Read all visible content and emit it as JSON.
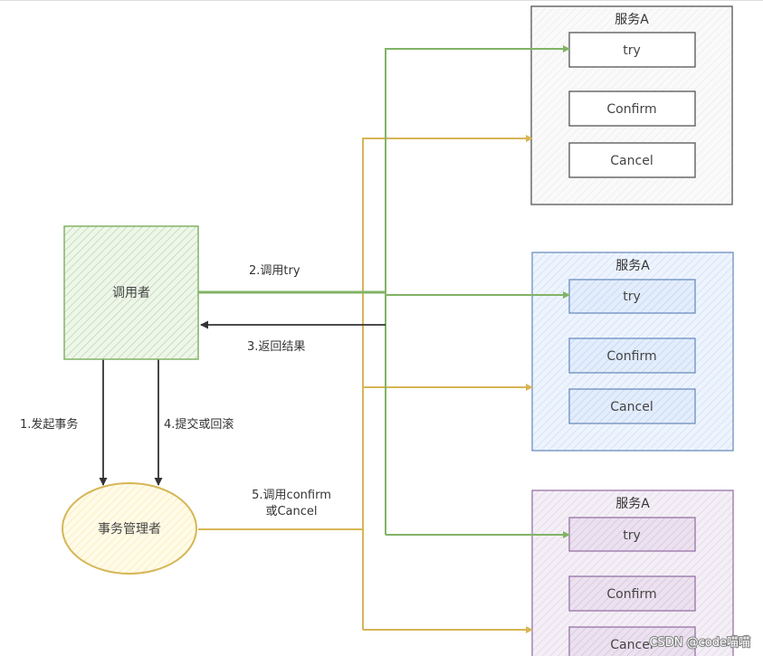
{
  "caller": {
    "label": "调用者"
  },
  "tx_manager": {
    "label": "事务管理者"
  },
  "edges": {
    "step1": "1.发起事务",
    "step2": "2.调用try",
    "step3": "3.返回结果",
    "step4": "4.提交或回滚",
    "step5_line1": "5.调用confirm",
    "step5_line2": "或Cancel"
  },
  "services": [
    {
      "title": "服务A",
      "try": "try",
      "confirm": "Confirm",
      "cancel": "Cancel"
    },
    {
      "title": "服务A",
      "try": "try",
      "confirm": "Confirm",
      "cancel": "Cancel"
    },
    {
      "title": "服务A",
      "try": "try",
      "confirm": "Confirm",
      "cancel": "Cancel"
    }
  ],
  "watermark": "CSDN @code喵喵",
  "colors": {
    "green": "#82b366",
    "green_fill": "#d5e8d4",
    "gold": "#d6b656",
    "gold_fill": "#fff2cc",
    "blue": "#6c8ebf",
    "blue_fill": "#dae8fc",
    "purple": "#9673a6",
    "purple_fill": "#e1d5e7",
    "gray": "#555555",
    "dark_arrow": "#333333"
  }
}
